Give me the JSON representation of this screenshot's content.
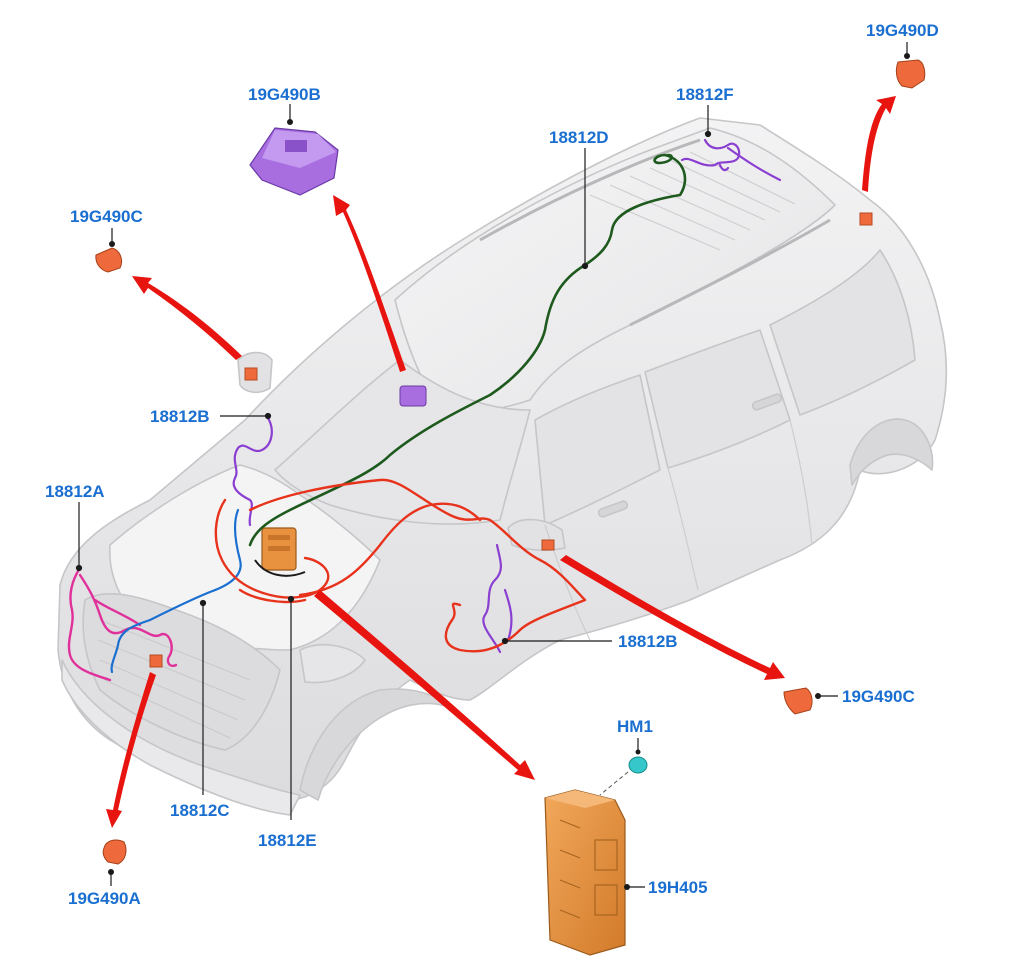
{
  "labels": {
    "l_19G490D": "19G490D",
    "l_19G490B": "19G490B",
    "l_18812F": "18812F",
    "l_18812D": "18812D",
    "l_19G490C_top": "19G490C",
    "l_18812B_top": "18812B",
    "l_18812A": "18812A",
    "l_18812B_side": "18812B",
    "l_19G490C_side": "19G490C",
    "l_HM1": "HM1",
    "l_18812C": "18812C",
    "l_18812E": "18812E",
    "l_19H405": "19H405",
    "l_19G490A": "19G490A"
  },
  "colors": {
    "label": "#1a6fd0",
    "arrow": "#e8140f",
    "harness_18812D": "#1e5a1e",
    "harness_18812B": "#8a3fd1",
    "harness_18812A": "#e0309a",
    "harness_18812C": "#1a6fd0",
    "harness_18812E": "#e8331c",
    "sensor": "#ee6a3c",
    "module_19G490B": "#a86ee0",
    "module_19H405": "#e8913e",
    "HM1": "#35c7c9",
    "car_body": "#efeff1",
    "car_outline": "#c6c6c9"
  },
  "icons": {
    "arrow": "red-arrow-icon",
    "sensor": "radar-sensor-icon",
    "module": "control-module-icon",
    "connector": "connector-icon"
  }
}
